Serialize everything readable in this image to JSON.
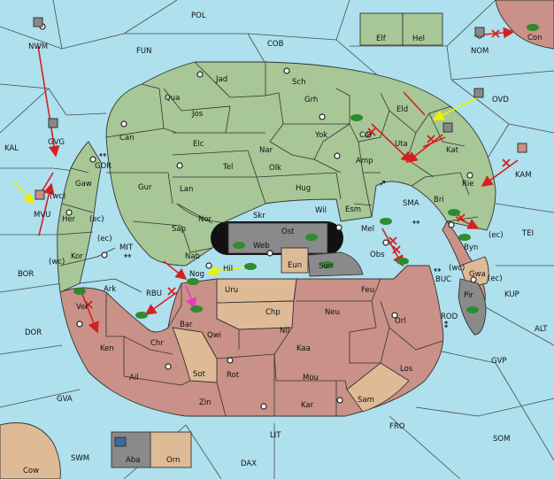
{
  "colors": {
    "sea": "#aee0ee",
    "green": "#a7c796",
    "red": "#c99187",
    "tan": "#deba96",
    "gray": "#8a8a8a",
    "dark_gray": "#6e6e6e",
    "black_center": "#111111",
    "unit_green": "#2e8b2e",
    "unit_red": "#8b2e2e",
    "arrow_red": "#d42020",
    "arrow_yellow": "#f0f000",
    "arrow_magenta": "#e040c0"
  },
  "sea_labels": {
    "POL": "POL",
    "COB": "COB",
    "FUN": "FUN",
    "NOM": "NOM",
    "NWM": "NWM",
    "OVD": "OVD",
    "KAL": "KAL",
    "GVG": "GVG",
    "MVU": "MVU",
    "GOR": "GOR",
    "KAM": "KAM",
    "BOR": "BOR",
    "MIT": "MIT",
    "RBU": "RBU",
    "SMA": "SMA",
    "TEI": "TEI",
    "BUC": "BUC",
    "KUP": "KUP",
    "ROD": "ROD",
    "ALT": "ALT",
    "DOR": "DOR",
    "GVP": "GVP",
    "GVA": "GVA",
    "FRO": "FRO",
    "SOM": "SOM",
    "LIT": "LIT",
    "SWM": "SWM",
    "DAX": "DAX"
  },
  "land_labels": {
    "Con": "Con",
    "Elf": "Elf",
    "Hel": "Hel",
    "Jad": "Jad",
    "Sch": "Sch",
    "Qua": "Qua",
    "Jos": "Jos",
    "Grh": "Grh",
    "Eld": "Eld",
    "Can": "Can",
    "Elc": "Elc",
    "Nar": "Nar",
    "Yok": "Yok",
    "Car": "Car",
    "Uta": "Uta",
    "Kat": "Kat",
    "Tel": "Tel",
    "Olk": "Olk",
    "Amp": "Amp",
    "Gaw": "Gaw",
    "Gur": "Gur",
    "Lan": "Lan",
    "Hug": "Hug",
    "Rie": "Rie",
    "Bri": "Bri",
    "Her": "Her",
    "Nor": "Nor",
    "Wil": "Wil",
    "Esm": "Esm",
    "Skr": "Skr",
    "Sap": "Sap",
    "Ost": "Ost",
    "Web": "Web",
    "Mel": "Mel",
    "Byn": "Byn",
    "Kor": "Kor",
    "Nab": "Nab",
    "Eun": "Eun",
    "Sun": "Sun",
    "Obs": "Obs",
    "Hil": "Hil",
    "Nog": "Nog",
    "Gwa": "Gwa",
    "Ark": "Ark",
    "Uru": "Uru",
    "Feu": "Feu",
    "Pir": "Pir",
    "Ver": "Ver",
    "Bar": "Bar",
    "Chp": "Chp",
    "Neu": "Neu",
    "Orl": "Orl",
    "Qwi": "Qwi",
    "Nil": "Nil",
    "Ken": "Ken",
    "Chr": "Chr",
    "Kaa": "Kaa",
    "Los": "Los",
    "Ail": "Ail",
    "Sot": "Sot",
    "Rot": "Rot",
    "Mou": "Mou",
    "Zin": "Zin",
    "Kar": "Kar",
    "Sam": "Sam",
    "Aba": "Aba",
    "Orn": "Orn",
    "Cow": "Cow"
  },
  "coast_tags": {
    "wc_mvu": "(wc)",
    "ec_her": "(ec)",
    "ec_kor": "(ec)",
    "wc_kor": "(wc)",
    "ec_byn": "(ec)",
    "wc_gwa": "(wc)",
    "ec_gwa": "(ec)"
  }
}
